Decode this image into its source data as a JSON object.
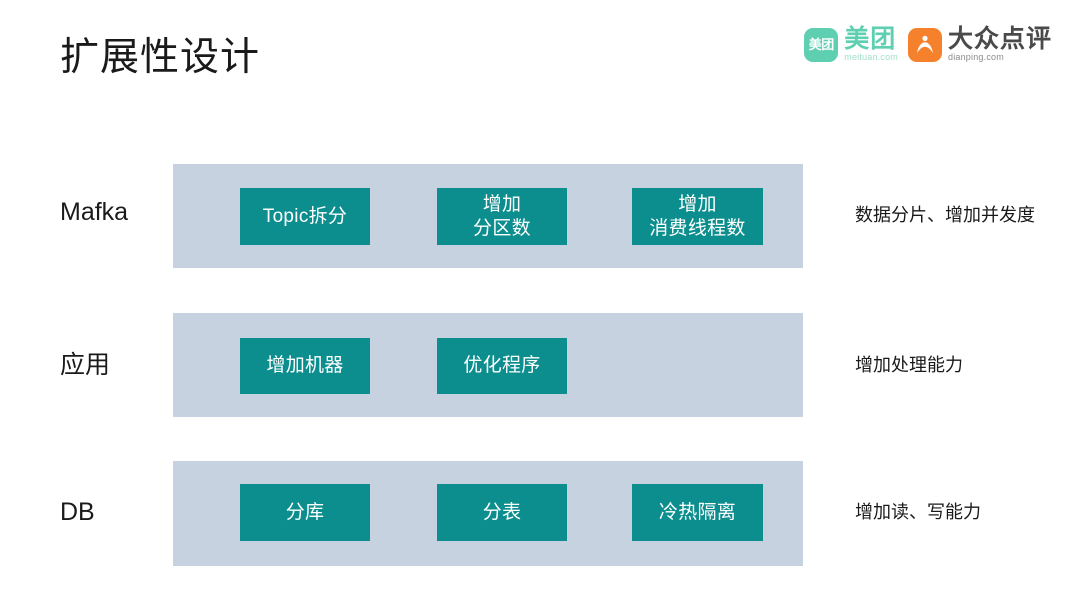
{
  "slide": {
    "title": "扩展性设计",
    "background_color": "#ffffff",
    "band_color": "#c6d2e0",
    "box_color": "#0d8e8e",
    "text_color": "#1a1a1a"
  },
  "logos": [
    {
      "name": "meituan",
      "mark_text": "美团",
      "cn": "美团",
      "en": "meituan.com",
      "color": "#5ecfb1"
    },
    {
      "name": "dianping",
      "mark_text": "",
      "cn": "大众点评",
      "en": "dianping.com",
      "color": "#f6812c"
    }
  ],
  "rows": [
    {
      "label": "Mafka",
      "note": "数据分片、增加并发度",
      "boxes": [
        {
          "lines": [
            "Topic拆分"
          ]
        },
        {
          "lines": [
            "增加",
            "分区数"
          ]
        },
        {
          "lines": [
            "增加",
            "消费线程数"
          ]
        }
      ]
    },
    {
      "label": "应用",
      "note": "增加处理能力",
      "boxes": [
        {
          "lines": [
            "增加机器"
          ]
        },
        {
          "lines": [
            "优化程序"
          ]
        }
      ]
    },
    {
      "label": "DB",
      "note": "增加读、写能力",
      "boxes": [
        {
          "lines": [
            "分库"
          ]
        },
        {
          "lines": [
            "分表"
          ]
        },
        {
          "lines": [
            "冷热隔离"
          ]
        }
      ]
    }
  ]
}
